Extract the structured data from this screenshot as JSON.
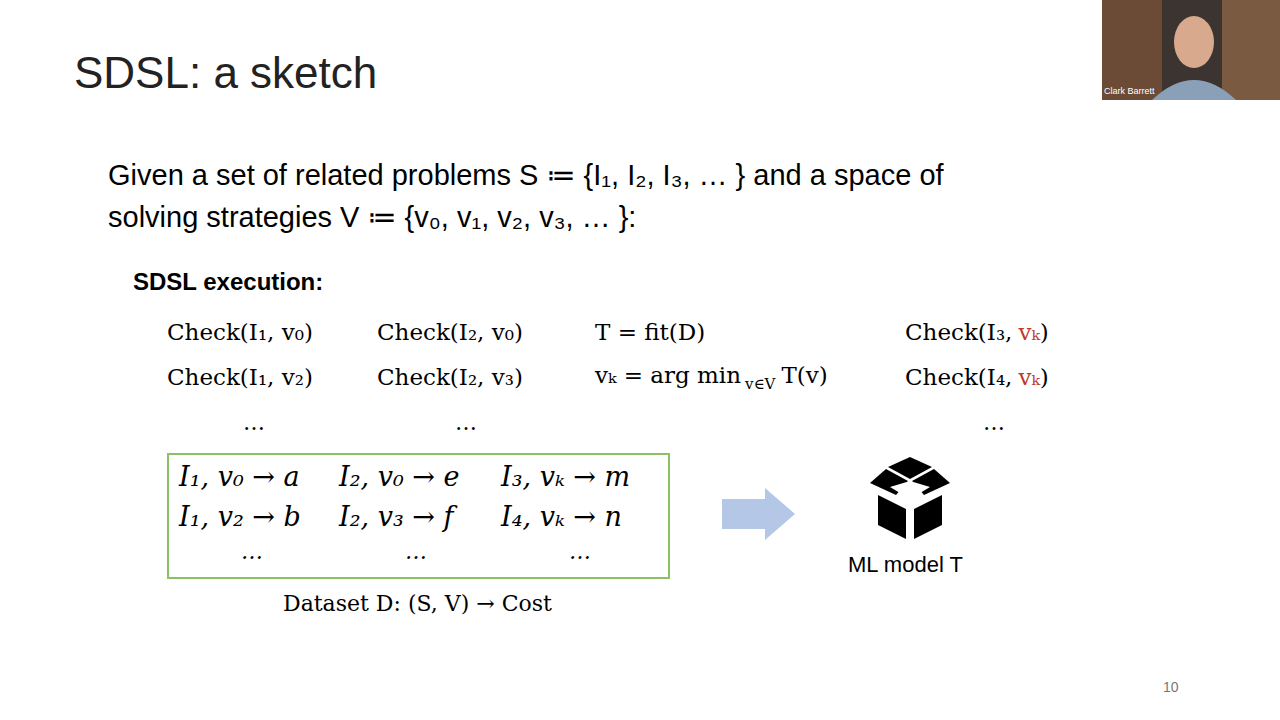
{
  "diagram": {
    "title": "SDSL: a sketch",
    "nodes": [
      {
        "text": [
          "I₁, v₀ → a",
          "I₁, v₂ → b",
          "…",
          "I₂, v₀ → e",
          "I₂, v₃ → f",
          "…",
          "I₃, vₖ → m",
          "I₄, vₖ → n",
          "…",
          "Dataset D: (S, V) → Cost"
        ]
      },
      {
        "text": [
          "ML model T"
        ]
      }
    ],
    "edges": [
      {
        "from": 0,
        "to": 1,
        "arrow": "to"
      }
    ],
    "labels": [
      "Given a set of related problems S ≔ {I₁, I₂, I₃, … } and a space of solving strategies V ≔ {v₀, v₁, v₂, v₃, … }:",
      "SDSL execution:",
      "Check(I₁, v₀)",
      "Check(I₁, v₂)",
      "…",
      "Check(I₂, v₀)",
      "Check(I₂, v₃)",
      "…",
      "T = fit(D)",
      "vₖ = arg min",
      "v∈V",
      "T(v)",
      "Check(I₃,",
      "vₖ",
      ")",
      "Check(I₄,",
      "vₖ",
      ")",
      "…",
      "Clark Barrett",
      "10"
    ]
  }
}
